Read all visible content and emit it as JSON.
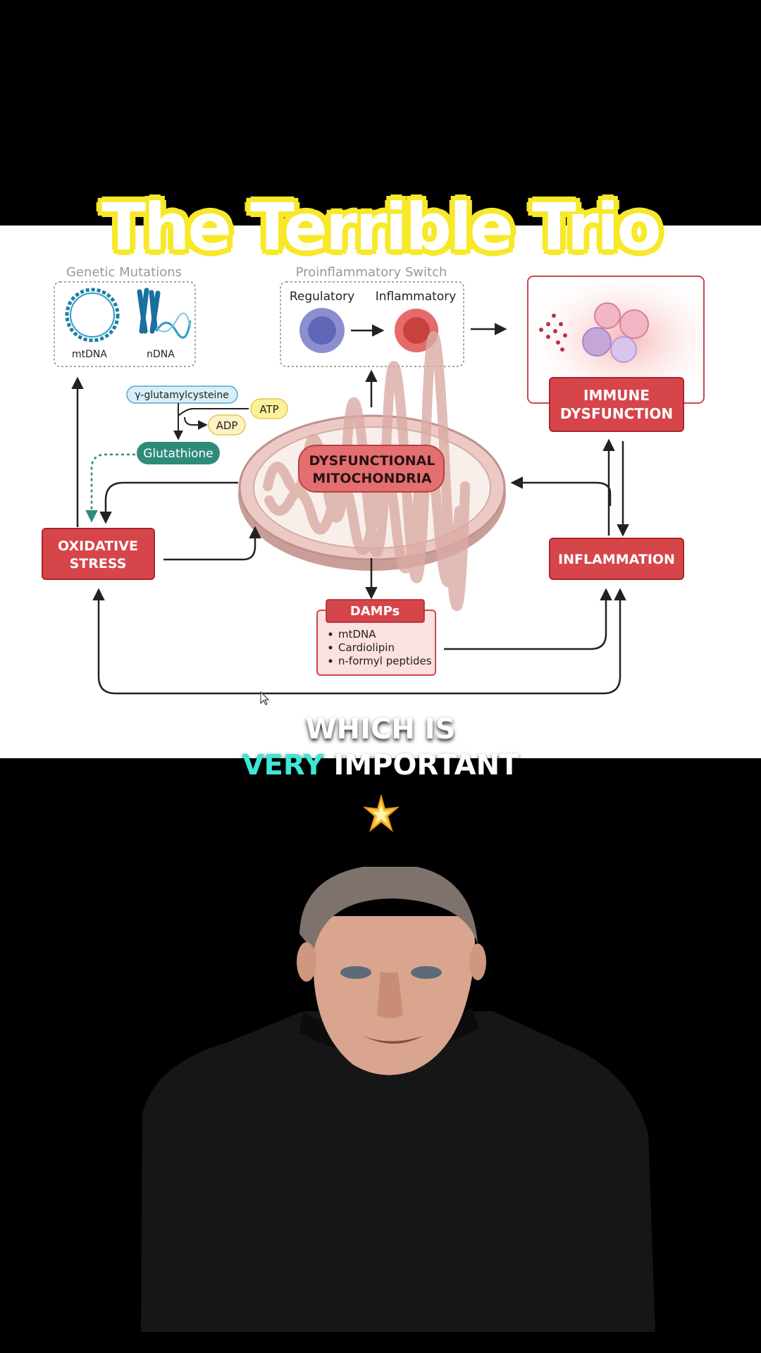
{
  "video": {
    "title": "The Terrible Trio",
    "caption": {
      "line1": "WHICH IS",
      "highlight": "VERY",
      "rest": "IMPORTANT"
    },
    "emoji": "sparkle-icon"
  },
  "diagram": {
    "genetic_mutations": {
      "title": "Genetic Mutations",
      "mtdna": "mtDNA",
      "ndna": "nDNA"
    },
    "switch": {
      "title": "Proinflammatory Switch",
      "regulatory": "Regulatory",
      "inflammatory": "Inflammatory"
    },
    "immune": {
      "line1": "IMMUNE",
      "line2": "DYSFUNCTION"
    },
    "glutamyl": "γ-glutamylcysteine",
    "atp": "ATP",
    "adp": "ADP",
    "glutathione": "Glutathione",
    "mito": {
      "line1": "DYSFUNCTIONAL",
      "line2": "MITOCHONDRIA"
    },
    "oxidative": {
      "line1": "OXIDATIVE",
      "line2": "STRESS"
    },
    "inflammation": "INFLAMMATION",
    "damps": {
      "title": "DAMPs",
      "items": [
        "mtDNA",
        "Cardiolipin",
        "n-formyl peptides"
      ]
    }
  },
  "colors": {
    "red_box": "#d6454a",
    "teal": "#2e8b7a",
    "mito_fill": "#ecc9c4",
    "caption_highlight": "#3ee6d6",
    "title_outline": "#f7e82a"
  }
}
